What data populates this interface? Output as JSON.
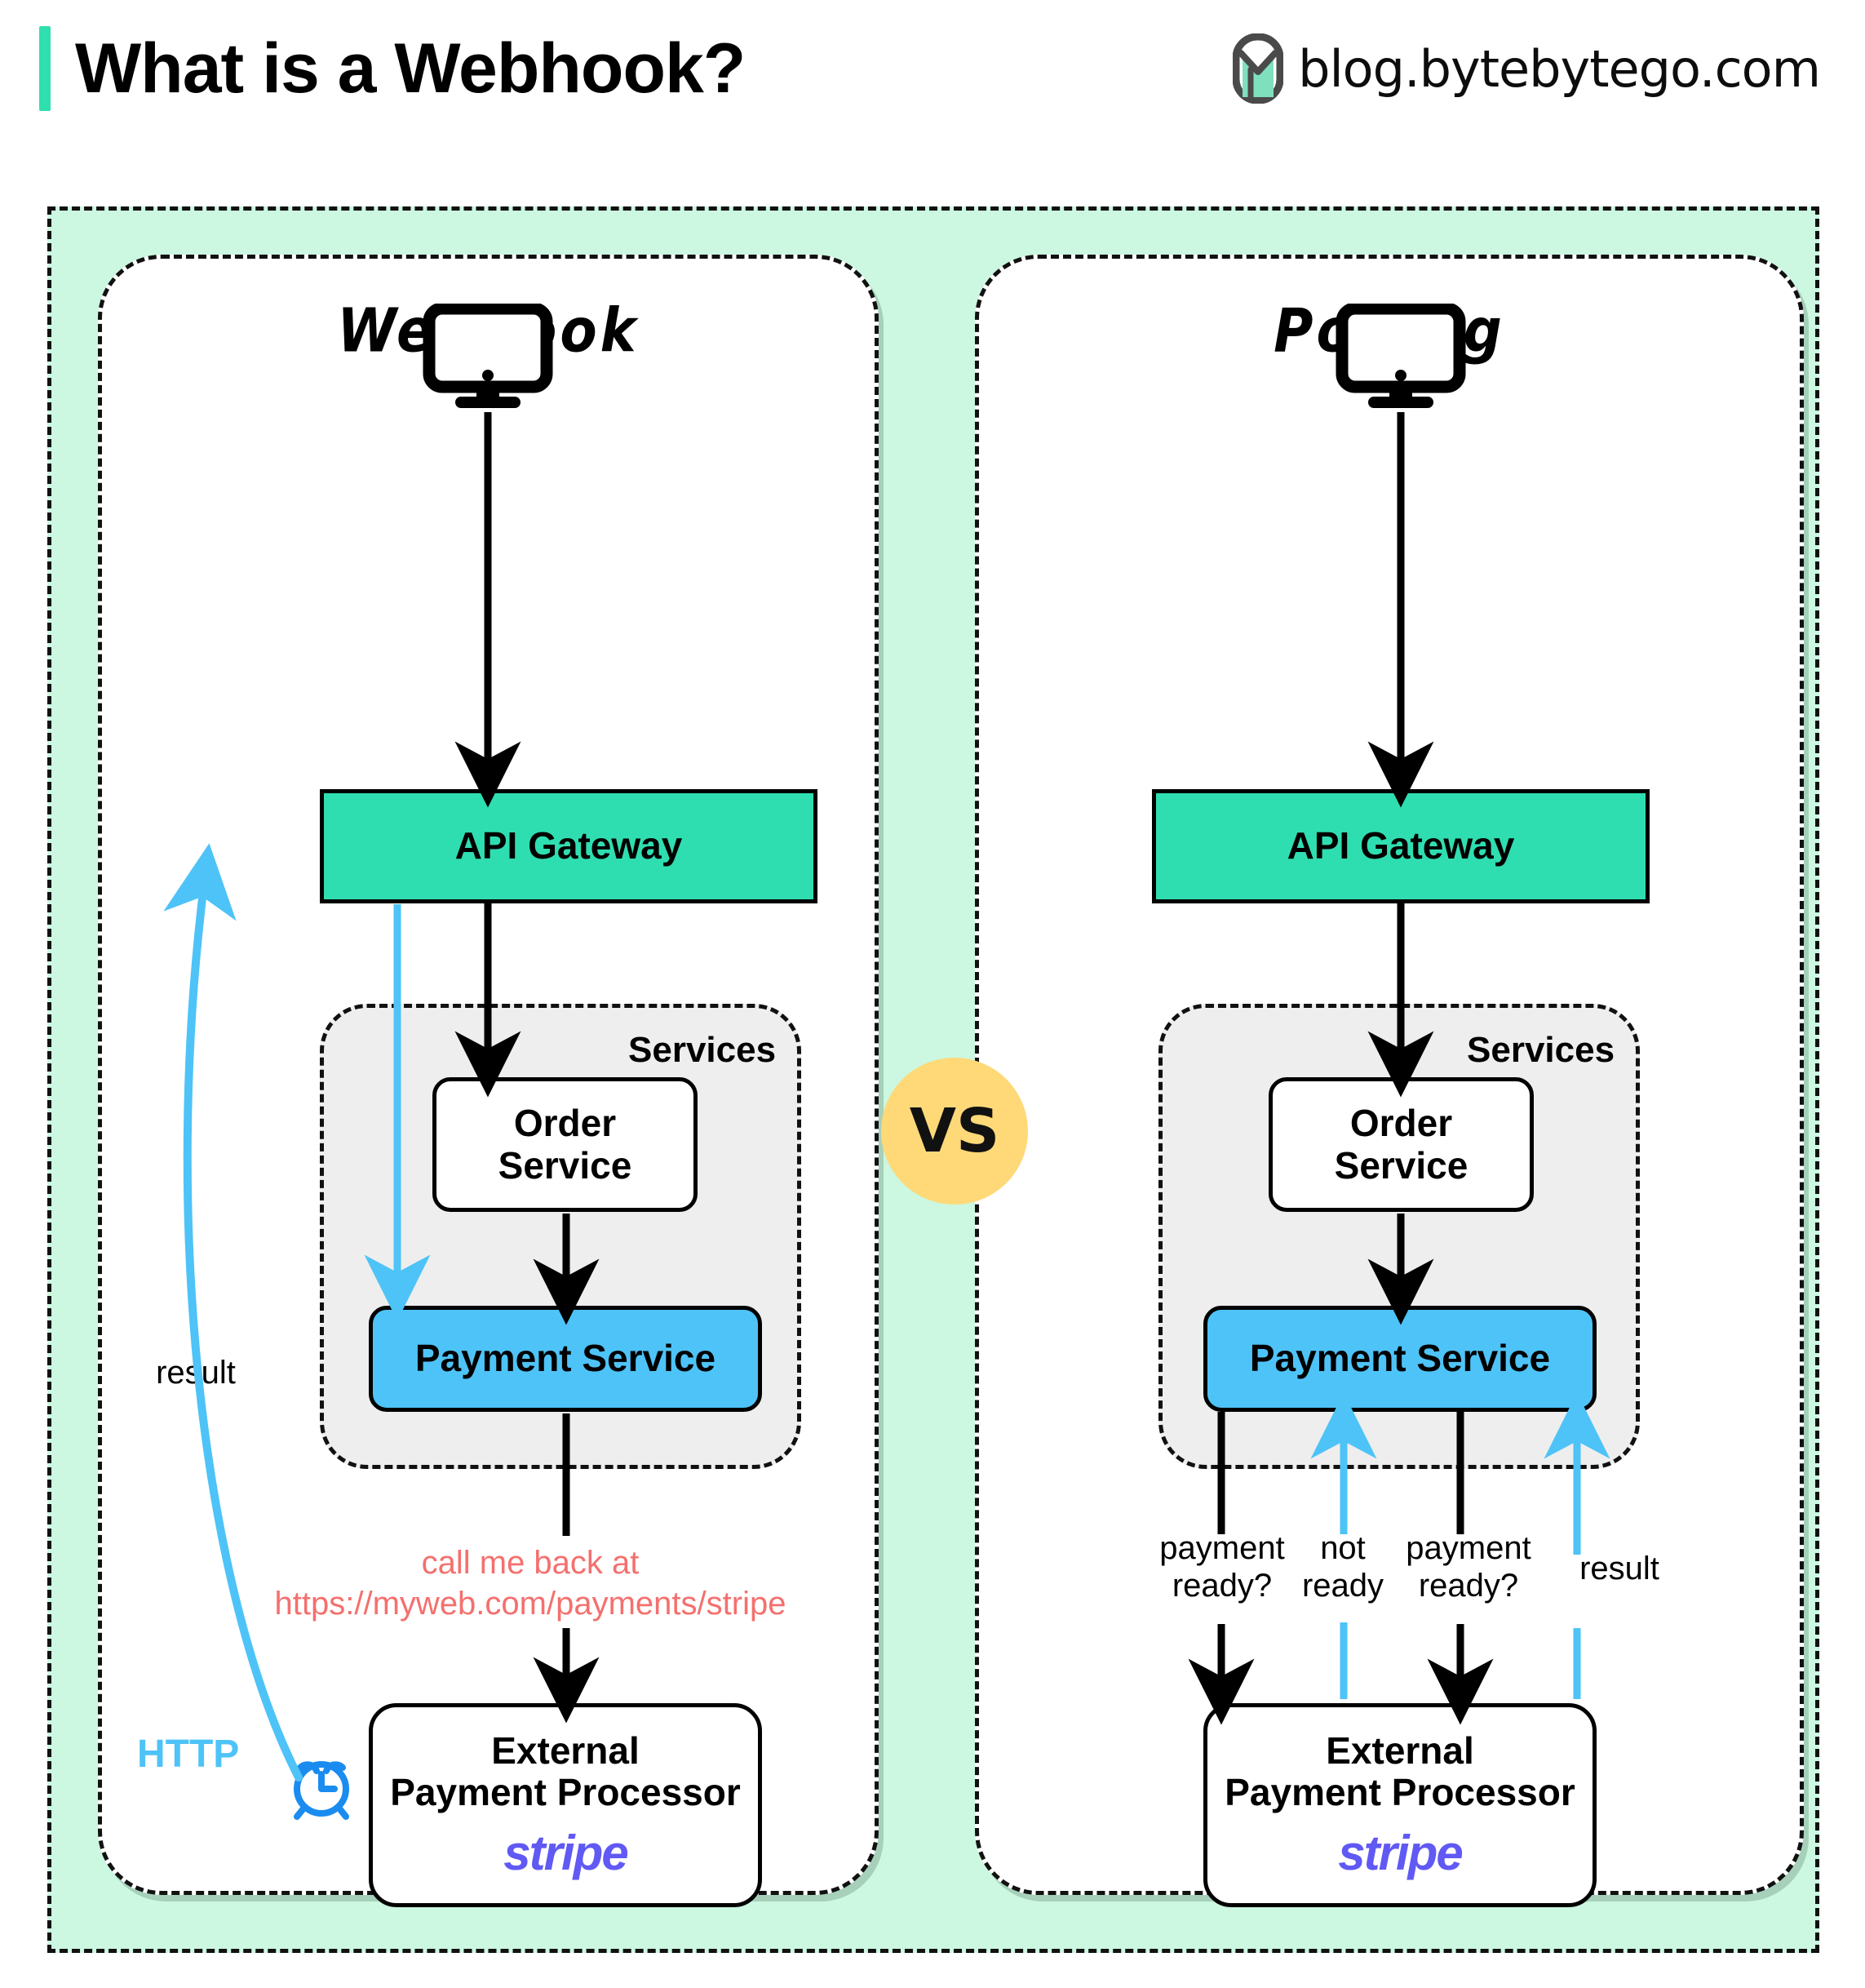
{
  "header": {
    "title": "What is a Webhook?",
    "brand_text": "blog.bytebytego.com",
    "accent_color": "#2fe0ae",
    "logo_icon": "bytebytego-logo-icon"
  },
  "vs_badge": {
    "label": "VS",
    "color": "#ffd978"
  },
  "panels": [
    {
      "id": "webhook",
      "title": "Webhook",
      "client_icon": "monitor-icon",
      "gateway": {
        "label": "API Gateway",
        "color": "#2fdeb0"
      },
      "services_label": "Services",
      "order_service": {
        "label_line1": "Order",
        "label_line2": "Service"
      },
      "payment_service": {
        "label": "Payment Service",
        "color": "#4ec3f7"
      },
      "callback_note_line1": "call me back at",
      "callback_note_line2": "https://myweb.com/payments/stripe",
      "callback_note_color": "#f4706e",
      "external": {
        "line1": "External",
        "line2": "Payment Processor",
        "logo": "stripe"
      },
      "http_label": "HTTP",
      "clock_icon": "alarm-clock-icon",
      "result_label": "result"
    },
    {
      "id": "polling",
      "title": "Polling",
      "client_icon": "monitor-icon",
      "gateway": {
        "label": "API Gateway",
        "color": "#2fdeb0"
      },
      "services_label": "Services",
      "order_service": {
        "label_line1": "Order",
        "label_line2": "Service"
      },
      "payment_service": {
        "label": "Payment Service",
        "color": "#4ec3f7"
      },
      "external": {
        "line1": "External",
        "line2": "Payment Processor",
        "logo": "stripe"
      },
      "poll_labels": [
        {
          "line1": "payment",
          "line2": "ready?",
          "direction": "down",
          "color": "#000000"
        },
        {
          "line1": "not",
          "line2": "ready",
          "direction": "up",
          "color": "#4ec3f7"
        },
        {
          "line1": "payment",
          "line2": "ready?",
          "direction": "down",
          "color": "#000000"
        },
        {
          "line1": "result",
          "line2": "",
          "direction": "up",
          "color": "#4ec3f7"
        }
      ]
    }
  ],
  "colors": {
    "frame_bg": "#ccf7e0",
    "gateway": "#2fdeb0",
    "payment": "#4ec3f7",
    "services_bg": "#eeeeee",
    "arrow_blue": "#4ec3f7",
    "note_red": "#f4706e",
    "stripe_purple": "#6059f4",
    "vs_yellow": "#ffd978"
  }
}
